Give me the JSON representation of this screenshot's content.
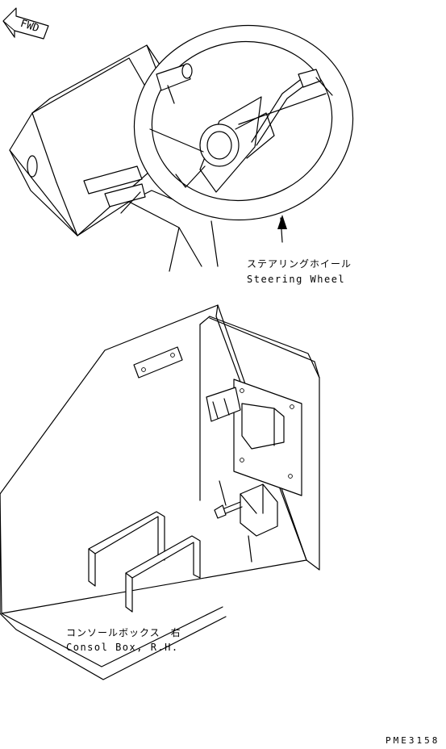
{
  "fwd_marker": {
    "text": "FWD"
  },
  "labels": {
    "steering_wheel_jp": "ステアリングホイール",
    "steering_wheel_en": "Steering Wheel",
    "console_box_jp": "コンソールボックス　右",
    "console_box_en": "Consol Box, R.H."
  },
  "drawing_code": "PME3158"
}
